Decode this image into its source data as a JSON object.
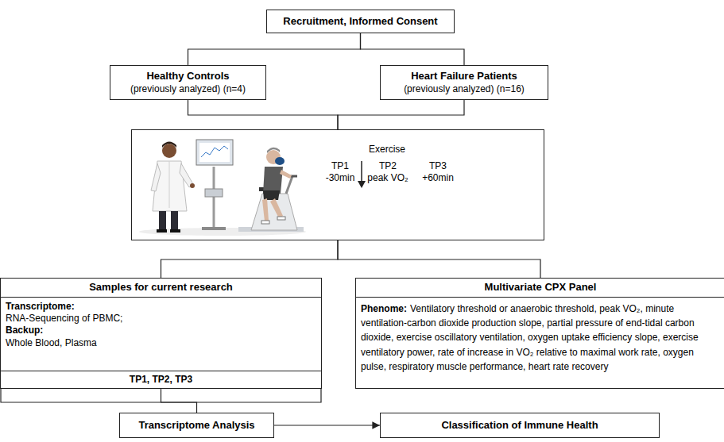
{
  "diagram": {
    "nodes": [
      {
        "text": [
          "Recruitment, Informed Consent"
        ]
      },
      {
        "text": [
          "Healthy Controls",
          "(previously analyzed) (n=4)"
        ]
      },
      {
        "text": [
          "Heart Failure Patients",
          "(previously analyzed) (n=16)"
        ]
      },
      {
        "text": [
          "Exercise",
          "TP1",
          "-30min",
          "TP2",
          "peak VO₂",
          "TP3",
          "+60min"
        ]
      },
      {
        "text": [
          "Samples for current research",
          "Transcriptome:",
          "RNA-Sequencing of PBMC;",
          "Backup:",
          "Whole Blood, Plasma"
        ]
      },
      {
        "text": [
          "TP1, TP2, TP3"
        ],
        "in": 4
      },
      {
        "text": [
          "Multivariate CPX Panel",
          "Phenome:",
          "Ventilatory threshold or anaerobic threshold, peak VO₂, minute ventilation-carbon dioxide production slope, partial pressure of end-tidal carbon dioxide, exercise oscillatory ventilation, oxygen uptake efficiency slope, exercise ventilatory power, rate of increase in VO₂ relative to maximal work rate, oxygen pulse, respiratory muscle performance, heart rate recovery"
        ]
      },
      {
        "text": [
          "Transcriptome Analysis"
        ]
      },
      {
        "text": [
          "Classification of Immune Health"
        ]
      }
    ],
    "edges": [
      {
        "from": 0,
        "to": 1,
        "arrow": "none"
      },
      {
        "from": 0,
        "to": 2,
        "arrow": "none"
      },
      {
        "from": 1,
        "to": 3,
        "arrow": "none"
      },
      {
        "from": 2,
        "to": 3,
        "arrow": "none"
      },
      {
        "from": 3,
        "to": 4,
        "arrow": "none"
      },
      {
        "from": 3,
        "to": 6,
        "arrow": "none"
      },
      {
        "from": 4,
        "to": 7,
        "arrow": "none"
      },
      {
        "from": 7,
        "to": 8,
        "arrow": "to"
      }
    ]
  }
}
